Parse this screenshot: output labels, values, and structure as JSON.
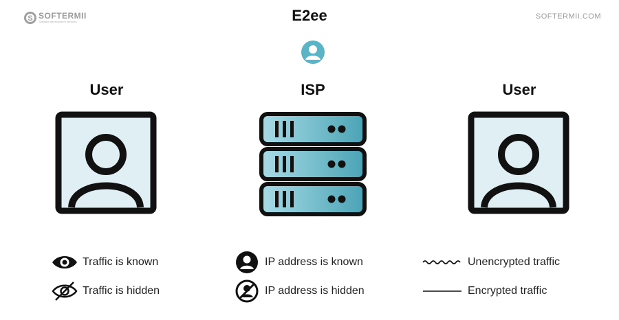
{
  "brand": {
    "name": "SOFTERMII",
    "tagline": "Software development services"
  },
  "title": "E2ee",
  "site_link": "SOFTERMII.COM",
  "nodes": [
    {
      "label": "User",
      "icon": "user-icon"
    },
    {
      "label": "ISP",
      "icon": "server-icon"
    },
    {
      "label": "User",
      "icon": "user-icon"
    }
  ],
  "legend": {
    "traffic_known": "Traffic is known",
    "traffic_hidden": "Traffic is hidden",
    "ip_known": "IP address is known",
    "ip_hidden": "IP address is hidden",
    "unencrypted": "Unencrypted traffic",
    "encrypted": "Encrypted traffic"
  },
  "colors": {
    "accent": "#5ab4c5",
    "panel_fill": "#e0eff4",
    "outline": "#111111",
    "server_fill_light": "#a8dbe6",
    "server_fill_dark": "#4aa3b5"
  }
}
